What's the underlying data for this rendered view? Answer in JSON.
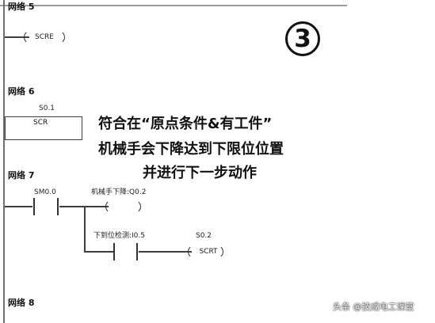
{
  "networks": {
    "network5": {
      "title": "网络 5",
      "coil": "SCRE"
    },
    "network6": {
      "title": "网络 6",
      "bit": "S0.1",
      "box": "SCR"
    },
    "network7": {
      "title": "网络 7",
      "contact1": "SM0.0",
      "coil1": "机械手下降:Q0.2",
      "contact2": "下到位检测:I0.5",
      "coil2_address": "S0.2",
      "coil2": "SCRT"
    },
    "network8": {
      "title": "网络 8"
    }
  },
  "annotation": {
    "badge": "3",
    "line1": "符合在“原点条件&有工件”",
    "line2": "机械手会下降达到下限位位置",
    "line3": "并进行下一步动作"
  },
  "watermark": "头条 @技成电工课堂",
  "colors": {
    "background": "#ffffff",
    "text": "#111111",
    "rail": "#6f6f6f",
    "wire": "#3e3e3e"
  },
  "icons": {
    "badge": "circled-number-three",
    "scr": "ladder-box",
    "contacts": "normally-open-contact",
    "coils": "output-coil"
  }
}
